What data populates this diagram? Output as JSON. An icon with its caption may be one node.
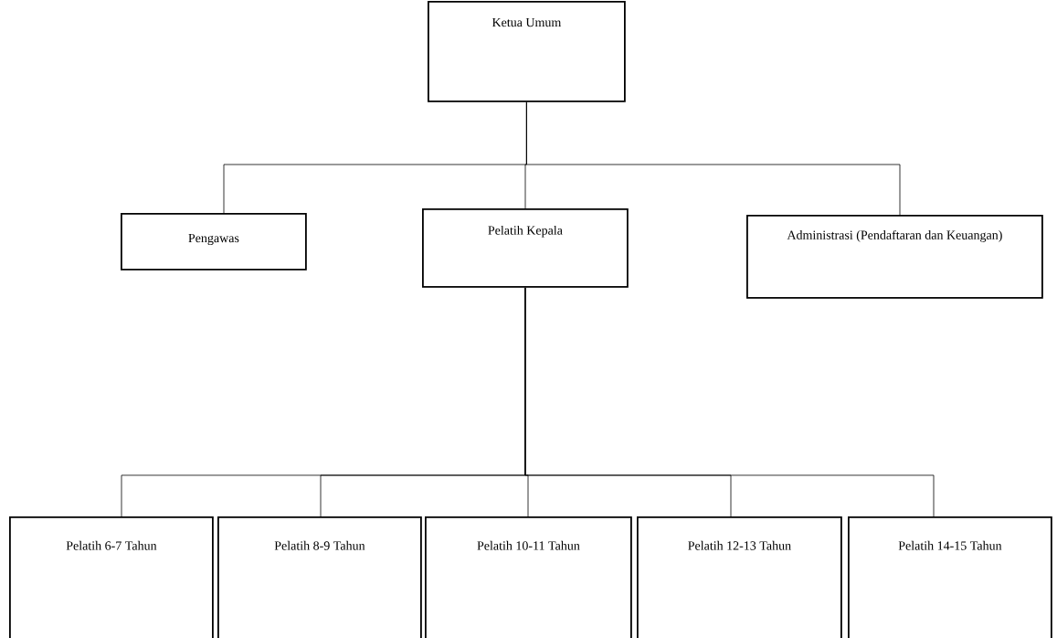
{
  "diagram": {
    "nodes": [
      {
        "text": [
          "Ketua Umum"
        ]
      },
      {
        "text": [
          "Pengawas"
        ]
      },
      {
        "text": [
          "Pelatih Kepala"
        ]
      },
      {
        "text": [
          "Administrasi (Pendaftaran dan Keuangan)"
        ]
      },
      {
        "text": [
          "Pelatih 6-7 Tahun"
        ]
      },
      {
        "text": [
          "Pelatih 8-9 Tahun"
        ]
      },
      {
        "text": [
          "Pelatih 10-11 Tahun"
        ]
      },
      {
        "text": [
          "Pelatih 12-13 Tahun"
        ]
      },
      {
        "text": [
          "Pelatih 14-15 Tahun"
        ]
      }
    ],
    "edges": [
      {
        "from": 0,
        "to": 1,
        "arrow": "none"
      },
      {
        "from": 0,
        "to": 2,
        "arrow": "none"
      },
      {
        "from": 0,
        "to": 3,
        "arrow": "none"
      },
      {
        "from": 2,
        "to": 4,
        "arrow": "none"
      },
      {
        "from": 2,
        "to": 5,
        "arrow": "none"
      },
      {
        "from": 2,
        "to": 6,
        "arrow": "none"
      },
      {
        "from": 2,
        "to": 7,
        "arrow": "none"
      },
      {
        "from": 2,
        "to": 8,
        "arrow": "none"
      }
    ]
  }
}
